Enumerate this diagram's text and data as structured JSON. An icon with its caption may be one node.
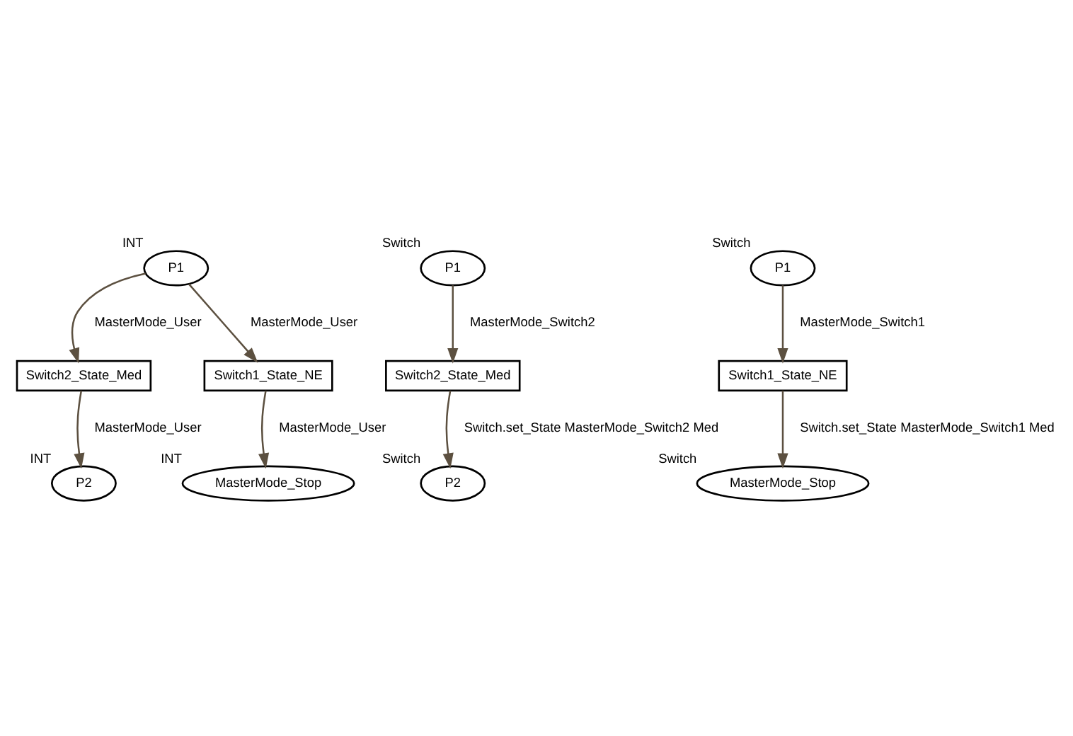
{
  "diagram": {
    "nodes": [
      {
        "text": [
          "P1"
        ],
        "beside": [
          "INT"
        ]
      },
      {
        "text": [
          "Switch2_State_Med"
        ]
      },
      {
        "text": [
          "Switch1_State_NE"
        ]
      },
      {
        "text": [
          "P2"
        ],
        "beside": [
          "INT"
        ]
      },
      {
        "text": [
          "MasterMode_Stop"
        ],
        "beside": [
          "INT"
        ]
      },
      {
        "text": [
          "P1"
        ],
        "beside": [
          "Switch"
        ]
      },
      {
        "text": [
          "Switch2_State_Med"
        ]
      },
      {
        "text": [
          "P2"
        ],
        "beside": [
          "Switch"
        ]
      },
      {
        "text": [
          "P1"
        ],
        "beside": [
          "Switch"
        ]
      },
      {
        "text": [
          "Switch1_State_NE"
        ]
      },
      {
        "text": [
          "MasterMode_Stop"
        ],
        "beside": [
          "Switch"
        ]
      }
    ],
    "edges": [
      {
        "from": 0,
        "to": 1,
        "arrow": "to",
        "label": "MasterMode_User"
      },
      {
        "from": 0,
        "to": 2,
        "arrow": "to",
        "label": "MasterMode_User"
      },
      {
        "from": 1,
        "to": 3,
        "arrow": "to",
        "label": "MasterMode_User"
      },
      {
        "from": 2,
        "to": 4,
        "arrow": "to",
        "label": "MasterMode_User"
      },
      {
        "from": 5,
        "to": 6,
        "arrow": "to",
        "label": "MasterMode_Switch2"
      },
      {
        "from": 6,
        "to": 7,
        "arrow": "to",
        "label": "Switch.set_State MasterMode_Switch2 Med"
      },
      {
        "from": 8,
        "to": 9,
        "arrow": "to",
        "label": "MasterMode_Switch1"
      },
      {
        "from": 9,
        "to": 10,
        "arrow": "to",
        "label": "Switch.set_State MasterMode_Switch1 Med"
      }
    ]
  }
}
